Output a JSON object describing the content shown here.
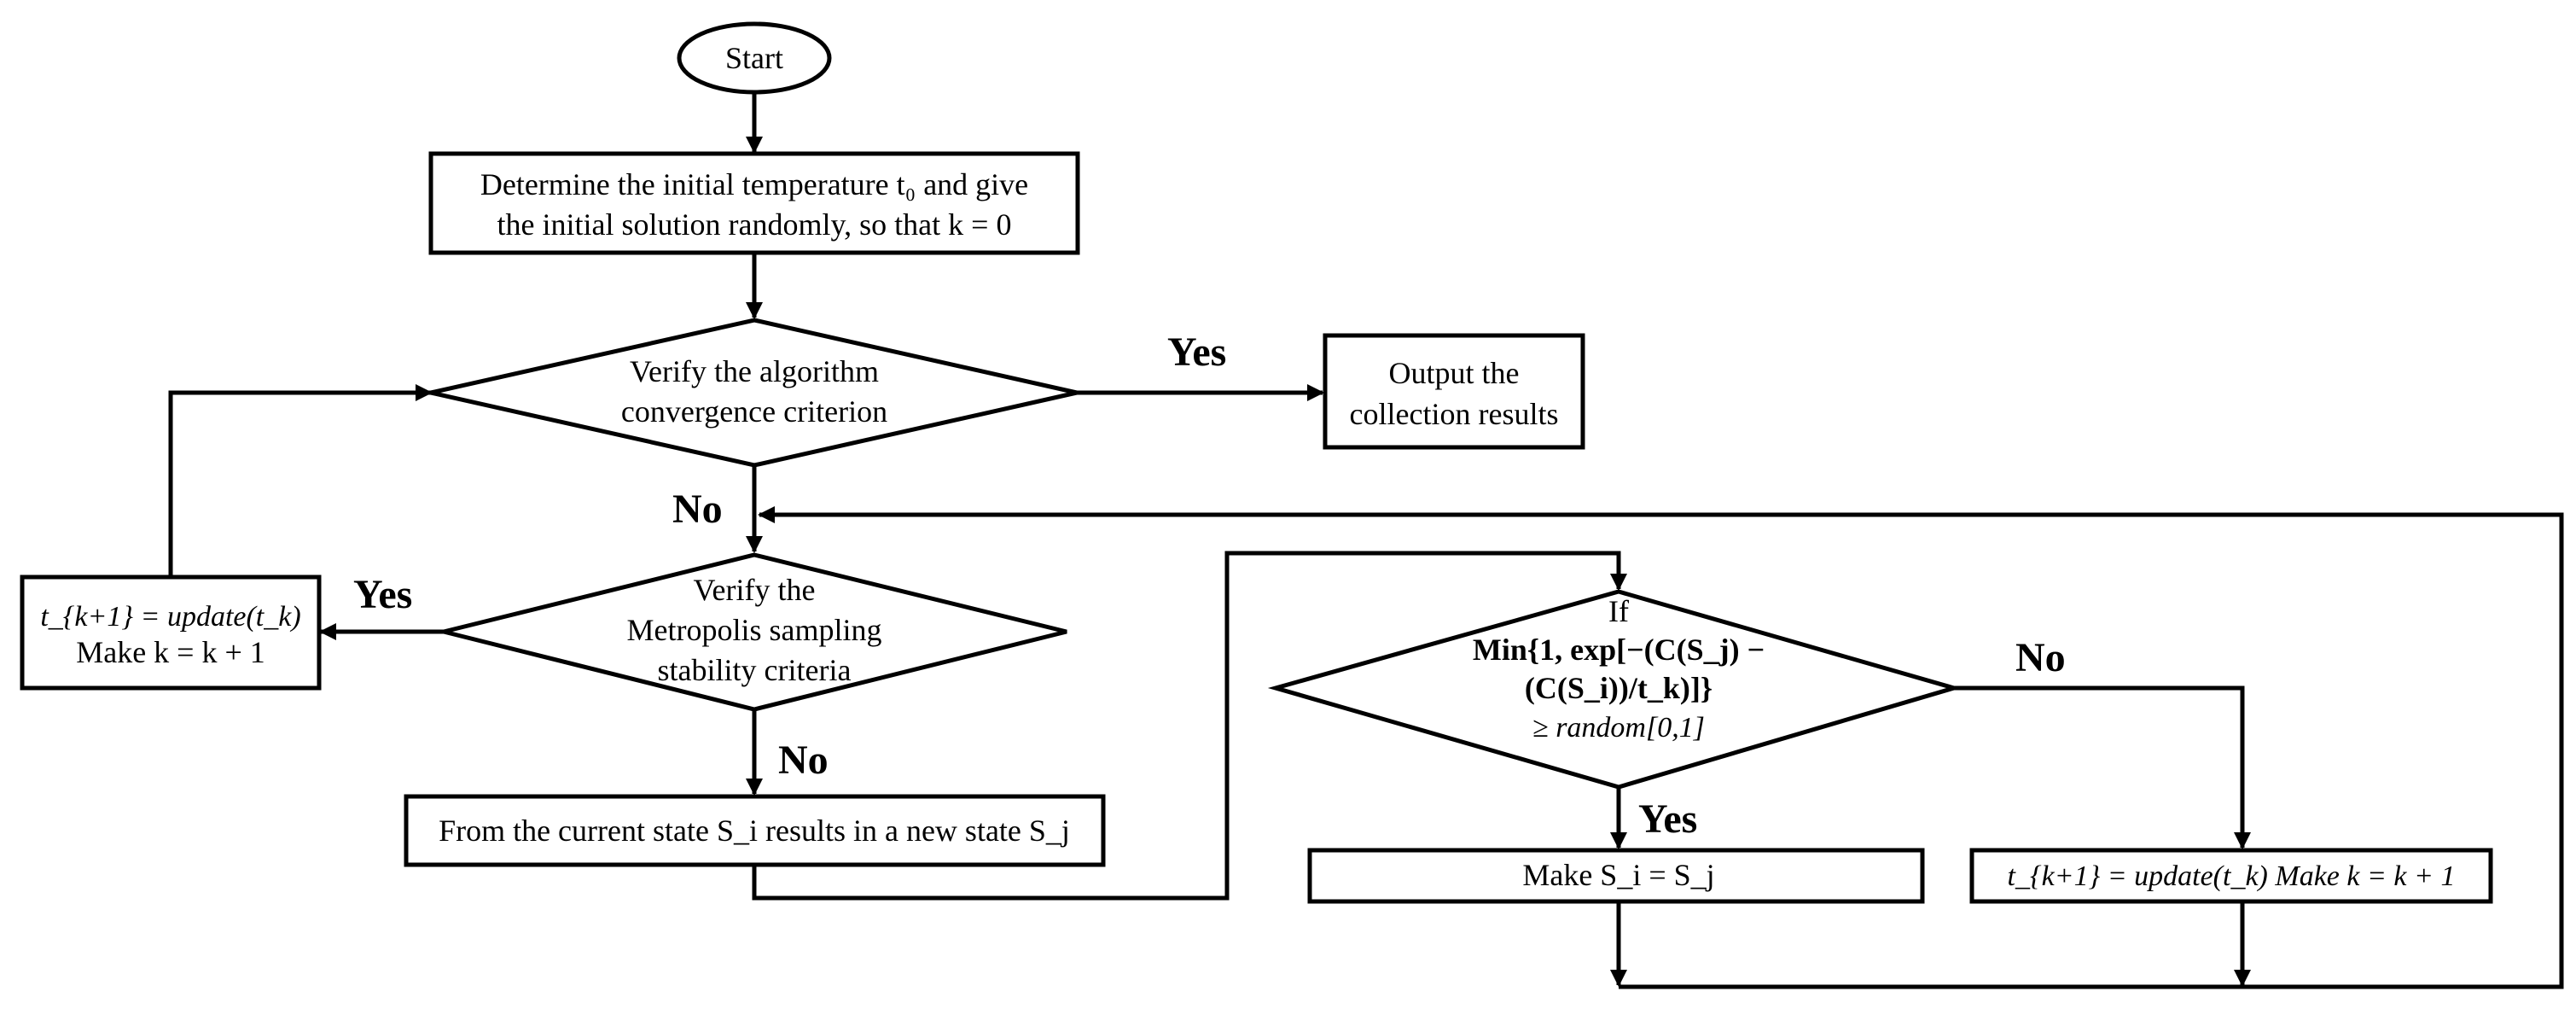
{
  "nodes": {
    "start": "Start",
    "init_line1": "Determine the initial temperature t₀ and give",
    "init_line2": "the initial solution randomly, so that k = 0",
    "conv_line1": "Verify the algorithm",
    "conv_line2": "convergence criterion",
    "output_line1": "Output the",
    "output_line2": "collection results",
    "metro_line1": "Verify the",
    "metro_line2": "Metropolis sampling",
    "metro_line3": "stability criteria",
    "update_left_line1": "t_{k+1} = update(t_k)",
    "update_left_line2": "Make k = k + 1",
    "newstate": "From the current state S_i results in a new state S_j",
    "cond_line1": "If",
    "cond_line2": "Min{1,  exp[−(C(S_j) −",
    "cond_line3": "(C(S_i))/t_k)]}",
    "cond_line4": "≥ random[0,1]",
    "make_equal": "Make S_i = S_j",
    "update_right": "t_{k+1} = update(t_k)  Make k = k + 1"
  },
  "edge_labels": {
    "conv_yes": "Yes",
    "conv_no": "No",
    "metro_yes": "Yes",
    "metro_no": "No",
    "cond_yes": "Yes",
    "cond_no": "No"
  }
}
